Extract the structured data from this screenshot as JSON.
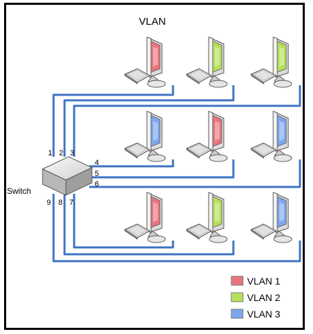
{
  "title": "VLAN",
  "switch_label": "Switch",
  "ports": {
    "p1": "1",
    "p2": "2",
    "p3": "3",
    "p4": "4",
    "p5": "5",
    "p6": "6",
    "p7": "7",
    "p8": "8",
    "p9": "9"
  },
  "colors": {
    "vlan1": "#e8757d",
    "vlan2": "#b5e05a",
    "vlan3": "#7ea6ec",
    "cable": "#3e73c4"
  },
  "legend": [
    {
      "label": "VLAN 1",
      "color": "#e8757d"
    },
    {
      "label": "VLAN 2",
      "color": "#b5e05a"
    },
    {
      "label": "VLAN 3",
      "color": "#7ea6ec"
    }
  ],
  "computers": [
    {
      "row": 1,
      "col": 1,
      "vlan": "vlan1"
    },
    {
      "row": 1,
      "col": 2,
      "vlan": "vlan2"
    },
    {
      "row": 1,
      "col": 3,
      "vlan": "vlan2"
    },
    {
      "row": 2,
      "col": 1,
      "vlan": "vlan3"
    },
    {
      "row": 2,
      "col": 2,
      "vlan": "vlan1"
    },
    {
      "row": 2,
      "col": 3,
      "vlan": "vlan3"
    },
    {
      "row": 3,
      "col": 1,
      "vlan": "vlan1"
    },
    {
      "row": 3,
      "col": 2,
      "vlan": "vlan2"
    },
    {
      "row": 3,
      "col": 3,
      "vlan": "vlan3"
    }
  ]
}
